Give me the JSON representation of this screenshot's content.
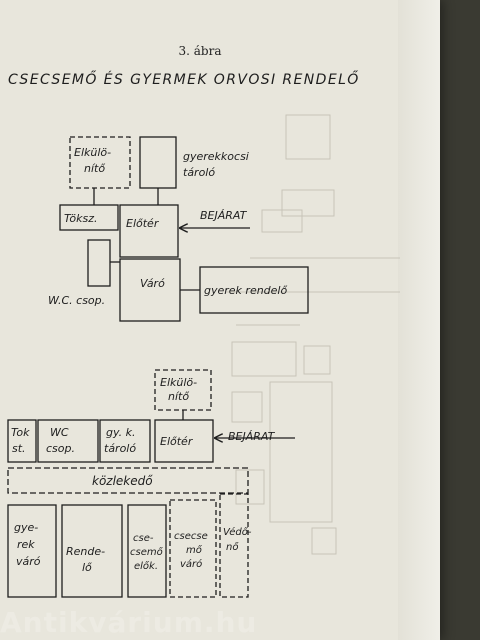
{
  "page": {
    "figure_label": "3. ábra",
    "title": "CSECSEMŐ ÉS GYERMEK ORVOSI RENDELŐ",
    "watermark": "Antikvárium.hu"
  },
  "plan_top": {
    "elkulonito": [
      "Elkülö-",
      "nítő"
    ],
    "gyerekkocsi": [
      "gyerekkocsi",
      "tároló"
    ],
    "toksz": "Töksz.",
    "eloter": "Előtér",
    "bejarat": "BEJÁRAT",
    "varo": "Váró",
    "gyerek_rendelo": "gyerek rendelő",
    "wc": "W.C. csop."
  },
  "plan_bottom": {
    "elkulonito": [
      "Elkülö-",
      "nítő"
    ],
    "tok": [
      "Tok",
      "st."
    ],
    "wc": [
      "WC",
      "csop."
    ],
    "gyk": [
      "gy. k.",
      "tároló"
    ],
    "eloter": "Előtér",
    "bejarat": "BEJÁRAT",
    "kozlekedo": "közlekedő",
    "gyerek_varo": [
      "gye-",
      "rek",
      "váró"
    ],
    "rendelo": [
      "Rende-",
      "lő"
    ],
    "csecsemo_elok": [
      "cse-",
      "csemő",
      "elők."
    ],
    "csecsemo_varo": [
      "csecse",
      "mő",
      "váró"
    ],
    "vedono": [
      "Védő-",
      "nő"
    ]
  }
}
